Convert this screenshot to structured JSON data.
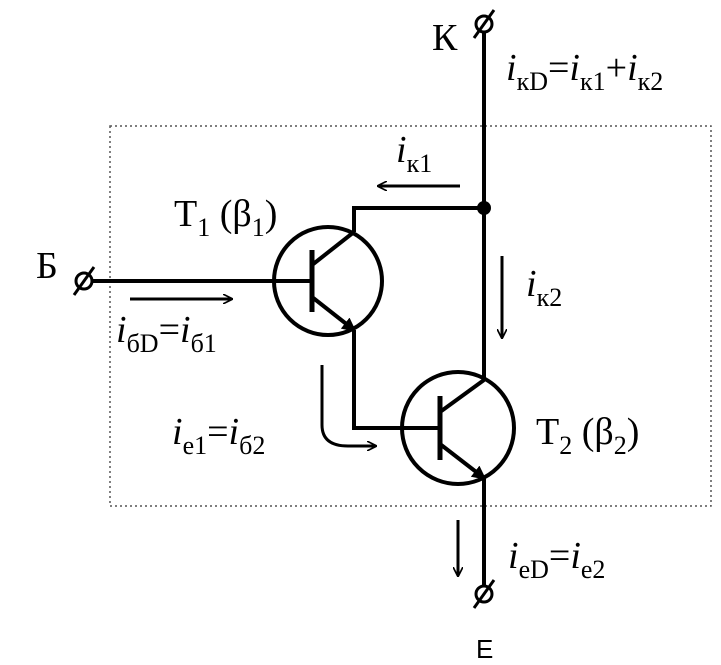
{
  "terminals": {
    "collector": "К",
    "base": "Б",
    "emitter": "E"
  },
  "transistors": {
    "t1": {
      "name": "T",
      "index": "1",
      "beta": "β",
      "beta_index": "1"
    },
    "t2": {
      "name": "T",
      "index": "2",
      "beta": "β",
      "beta_index": "2"
    }
  },
  "currents": {
    "i_kD": {
      "lhs": "i",
      "lhs_sub": "кD",
      "eq": "=",
      "r1": "i",
      "r1_sub": "к1",
      "plus": "+",
      "r2": "i",
      "r2_sub": "к2"
    },
    "i_k1": {
      "sym": "i",
      "sub": "к1"
    },
    "i_k2": {
      "sym": "i",
      "sub": "к2"
    },
    "i_bD": {
      "lhs": "i",
      "lhs_sub": "бD",
      "eq": "=",
      "rhs": "i",
      "rhs_sub": "б1"
    },
    "i_e1": {
      "lhs": "i",
      "lhs_sub": "e1",
      "eq": "=",
      "rhs": "i",
      "rhs_sub": "б2"
    },
    "i_eD": {
      "lhs": "i",
      "lhs_sub": "eD",
      "eq": "=",
      "rhs": "i",
      "rhs_sub": "e2"
    }
  }
}
